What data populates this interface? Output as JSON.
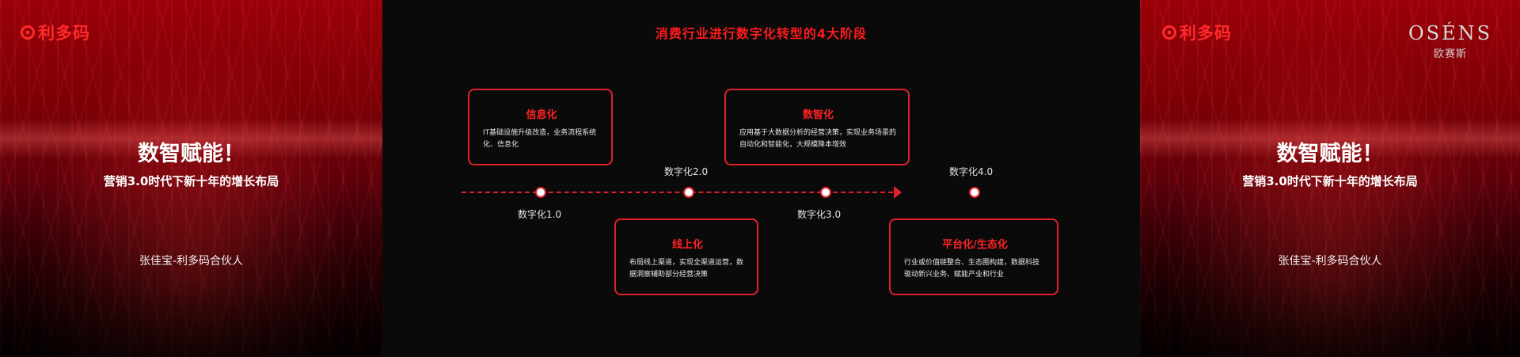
{
  "left_panel": {
    "logo_text": "利多码",
    "title": "数智赋能！",
    "subtitle": "营销3.0时代下新十年的增长布局",
    "author": "张佳宝-利多码合伙人"
  },
  "right_panel": {
    "logo_text": "利多码",
    "partner_logo": {
      "brand": "OSÉNS",
      "cn": "欧赛斯"
    },
    "title": "数智赋能！",
    "subtitle": "营销3.0时代下新十年的增长布局",
    "author": "张佳宝-利多码合伙人"
  },
  "center_panel": {
    "title": "消费行业进行数字化转型的4大阶段",
    "stages": [
      {
        "label": "数字化1.0"
      },
      {
        "label": "数字化2.0"
      },
      {
        "label": "数字化3.0"
      },
      {
        "label": "数字化4.0"
      }
    ],
    "cards": [
      {
        "title": "信息化",
        "text": "IT基础设施升级改造，业务流程系统化、信息化"
      },
      {
        "title": "线上化",
        "text": "布局线上渠道，实现全渠道运营，数据洞察辅助部分经营决策"
      },
      {
        "title": "数智化",
        "text": "应用基于大数据分析的经营决策，实现业务场景的自动化和智能化，大规模降本增效"
      },
      {
        "title": "平台化/生态化",
        "text": "行业或价值链整合、生态圈构建，数据科技驱动新兴业务、赋能产业和行业"
      }
    ],
    "colors": {
      "accent": "#e0202a",
      "background": "#0a0a0a"
    }
  }
}
